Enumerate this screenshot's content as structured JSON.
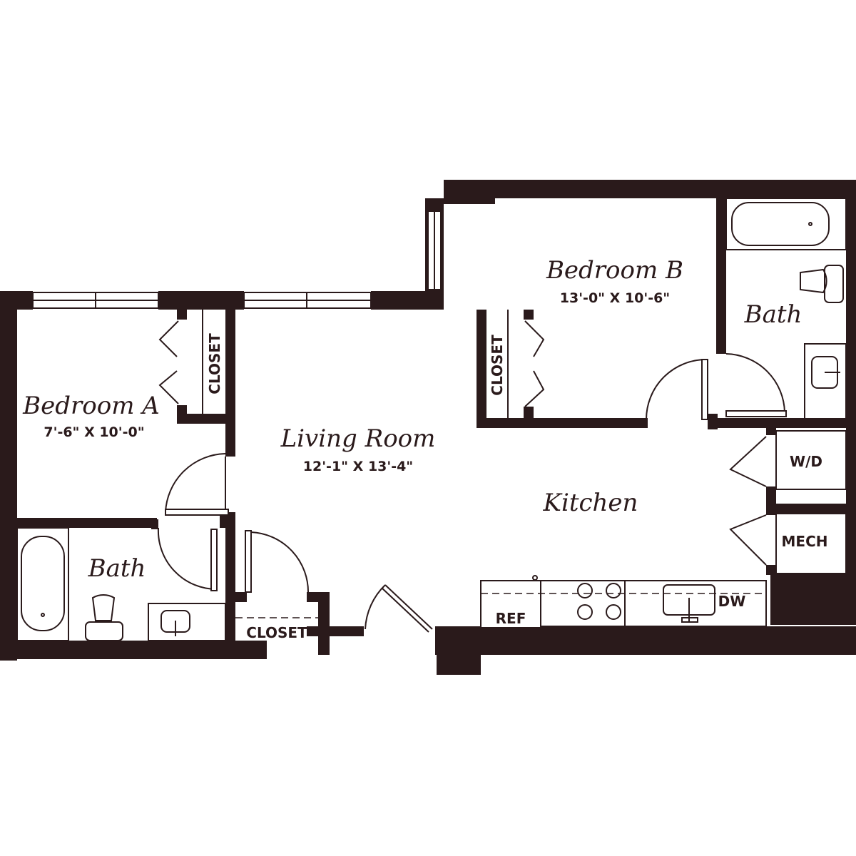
{
  "rooms": {
    "bedroom_a": {
      "name": "Bedroom A",
      "dims": "7'-6\" X 10'-0\""
    },
    "bedroom_b": {
      "name": "Bedroom B",
      "dims": "13'-0\" X 10'-6\""
    },
    "living_room": {
      "name": "Living Room",
      "dims": "12'-1\" X 13'-4\""
    },
    "kitchen": {
      "name": "Kitchen"
    },
    "bath_a": {
      "name": "Bath"
    },
    "bath_b": {
      "name": "Bath"
    }
  },
  "labels": {
    "closet_a": "CLOSET",
    "closet_b": "CLOSET",
    "closet_entry": "CLOSET",
    "wd": "W/D",
    "mech": "MECH",
    "ref": "REF",
    "dw": "DW"
  },
  "colors": {
    "wall": "#2a1a1b",
    "background": "#ffffff"
  }
}
